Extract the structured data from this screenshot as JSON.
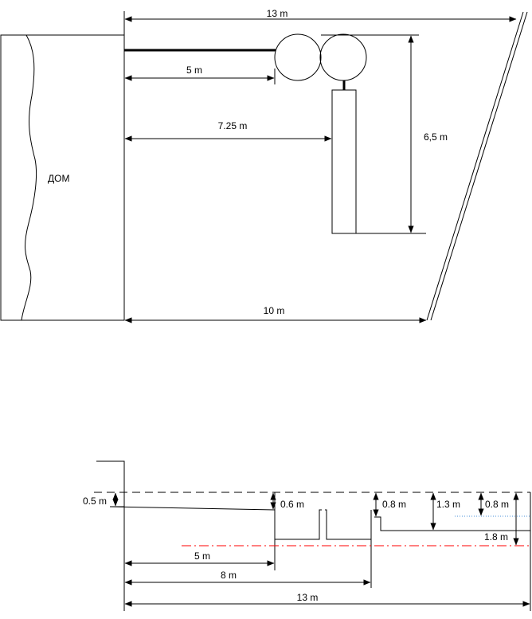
{
  "plan": {
    "house_label": "ДОМ",
    "dim_total_top": "13 m",
    "dim_pipe": "5 m",
    "dim_tank": "7.25 m",
    "dim_height": "6,5 m",
    "dim_bottom": "10 m"
  },
  "section": {
    "dim_left_depth": "0.5 m",
    "dim_depth_1": "0.6 m",
    "dim_depth_2": "0.8 m",
    "dim_depth_3": "1.3 m",
    "dim_depth_4": "0.8 m",
    "dim_depth_5": "1.8 m",
    "dim_5": "5 m",
    "dim_8": "8 m",
    "dim_13": "13 m"
  },
  "colors": {
    "line": "#000000",
    "dash_dot": "#ff0000",
    "dotted": "#4a90d9"
  }
}
